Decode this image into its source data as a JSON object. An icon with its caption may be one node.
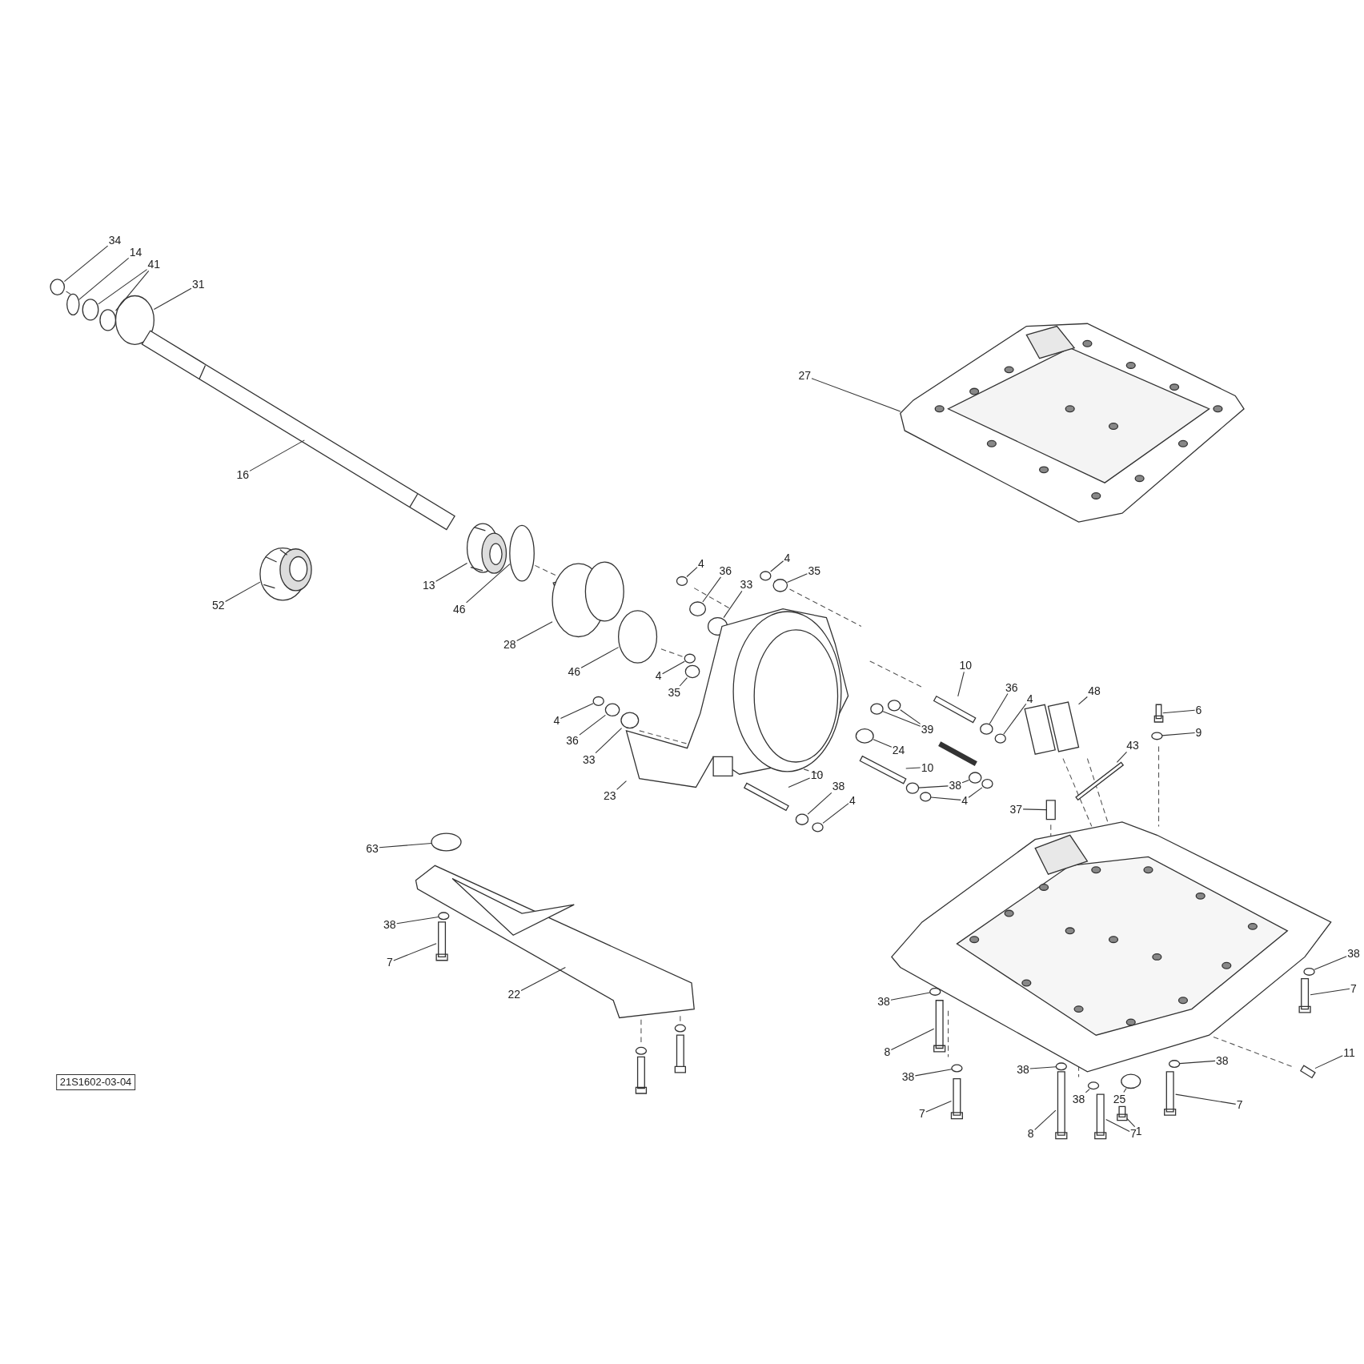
{
  "diagram": {
    "nodes": [
      {
        "text": [
          "34"
        ]
      },
      {
        "text": [
          "14"
        ]
      },
      {
        "text": [
          "41"
        ]
      },
      {
        "text": [
          "31"
        ]
      },
      {
        "text": [
          "27"
        ]
      },
      {
        "text": [
          "16"
        ]
      },
      {
        "text": [
          "13"
        ]
      },
      {
        "text": [
          "52"
        ]
      },
      {
        "text": [
          "46"
        ]
      },
      {
        "text": [
          "28"
        ]
      },
      {
        "text": [
          "4"
        ]
      },
      {
        "text": [
          "36"
        ]
      },
      {
        "text": [
          "33"
        ]
      },
      {
        "text": [
          "4"
        ]
      },
      {
        "text": [
          "35"
        ]
      },
      {
        "text": [
          "46"
        ]
      },
      {
        "text": [
          "4"
        ]
      },
      {
        "text": [
          "35"
        ]
      },
      {
        "text": [
          "10"
        ]
      },
      {
        "text": [
          "36"
        ]
      },
      {
        "text": [
          "4"
        ]
      },
      {
        "text": [
          "48"
        ]
      },
      {
        "text": [
          "6"
        ]
      },
      {
        "text": [
          "9"
        ]
      },
      {
        "text": [
          "4"
        ]
      },
      {
        "text": [
          "36"
        ]
      },
      {
        "text": [
          "33"
        ]
      },
      {
        "text": [
          "39"
        ]
      },
      {
        "text": [
          "24"
        ]
      },
      {
        "text": [
          "43"
        ]
      },
      {
        "text": [
          "10"
        ]
      },
      {
        "text": [
          "23"
        ]
      },
      {
        "text": [
          "10"
        ]
      },
      {
        "text": [
          "38"
        ]
      },
      {
        "text": [
          "4"
        ]
      },
      {
        "text": [
          "38"
        ]
      },
      {
        "text": [
          "4"
        ]
      },
      {
        "text": [
          "37"
        ]
      },
      {
        "text": [
          "63"
        ]
      },
      {
        "text": [
          "38"
        ]
      },
      {
        "text": [
          "7"
        ]
      },
      {
        "text": [
          "22"
        ]
      },
      {
        "text": [
          "38"
        ]
      },
      {
        "text": [
          "7"
        ]
      },
      {
        "text": [
          "38"
        ]
      },
      {
        "text": [
          "8"
        ]
      },
      {
        "text": [
          "11"
        ]
      },
      {
        "text": [
          "38"
        ]
      },
      {
        "text": [
          "38"
        ]
      },
      {
        "text": [
          "38"
        ]
      },
      {
        "text": [
          "38"
        ]
      },
      {
        "text": [
          "25"
        ]
      },
      {
        "text": [
          "7"
        ]
      },
      {
        "text": [
          "7"
        ]
      },
      {
        "text": [
          "1"
        ]
      },
      {
        "text": [
          "8"
        ]
      },
      {
        "text": [
          "7"
        ]
      },
      {
        "text": [
          "21S1602-03-04"
        ]
      },
      {
        "text": [],
        "shape": "circle"
      },
      {
        "text": [],
        "shape": "circle"
      },
      {
        "text": [],
        "shape": "circle"
      },
      {
        "text": [],
        "shape": "circle"
      },
      {
        "text": [],
        "shape": "circle"
      },
      {
        "text": [],
        "shape": "picture"
      },
      {
        "text": [],
        "shape": "picture"
      },
      {
        "text": [],
        "shape": "picture"
      },
      {
        "text": [],
        "shape": "picture"
      },
      {
        "text": [],
        "shape": "circle"
      },
      {
        "text": [],
        "shape": "picture"
      },
      {
        "text": [],
        "shape": "circle"
      },
      {
        "text": [],
        "shape": "circle"
      },
      {
        "text": [],
        "shape": "circle"
      },
      {
        "text": [],
        "shape": "circle"
      },
      {
        "text": [],
        "shape": "circle"
      },
      {
        "text": [],
        "shape": "circle"
      },
      {
        "text": [],
        "shape": "circle"
      },
      {
        "text": [],
        "shape": "circle"
      },
      {
        "text": [],
        "shape": "bar"
      },
      {
        "text": [],
        "shape": "circle"
      },
      {
        "text": [],
        "shape": "circle"
      },
      {
        "text": [],
        "shape": "picture"
      },
      {
        "text": [],
        "shape": "bar"
      },
      {
        "text": [],
        "shape": "circle"
      },
      {
        "text": [],
        "shape": "circle"
      },
      {
        "text": [],
        "shape": "circle"
      },
      {
        "text": [],
        "shape": "circle"
      },
      {
        "text": [],
        "shape": "circle"
      },
      {
        "text": [],
        "shape": "circle"
      },
      {
        "text": [],
        "shape": "circle"
      },
      {
        "text": [],
        "shape": "bar"
      },
      {
        "text": [],
        "shape": "bar"
      },
      {
        "text": [],
        "shape": "picture"
      },
      {
        "text": [],
        "shape": "bar"
      },
      {
        "text": [],
        "shape": "circle"
      },
      {
        "text": [],
        "shape": "circle"
      },
      {
        "text": [],
        "shape": "circle"
      },
      {
        "text": [],
        "shape": "circle"
      },
      {
        "text": [],
        "shape": "circle"
      },
      {
        "text": [],
        "shape": "circle"
      },
      {
        "text": [],
        "shape": "bar"
      },
      {
        "text": [],
        "shape": "circle"
      },
      {
        "text": [],
        "shape": "circle"
      },
      {
        "text": [],
        "shape": "bar"
      },
      {
        "text": [],
        "shape": "picture"
      },
      {
        "text": [],
        "shape": "circle"
      },
      {
        "text": [],
        "shape": "bar"
      },
      {
        "text": [],
        "shape": "circle"
      },
      {
        "text": [],
        "shape": "bar"
      },
      {
        "text": [],
        "shape": "bar"
      },
      {
        "text": [],
        "shape": "circle"
      },
      {
        "text": [],
        "shape": "circle"
      },
      {
        "text": [],
        "shape": "circle"
      },
      {
        "text": [],
        "shape": "circle"
      },
      {
        "text": [],
        "shape": "circle"
      },
      {
        "text": [],
        "shape": "bar"
      },
      {
        "text": [],
        "shape": "bar"
      },
      {
        "text": [],
        "shape": "bar"
      },
      {
        "text": [],
        "shape": "bar"
      },
      {
        "text": [],
        "shape": "bar"
      }
    ],
    "edges": [
      {
        "from": 0,
        "to": 58,
        "arrow": "none"
      },
      {
        "from": 1,
        "to": 59,
        "arrow": "none"
      },
      {
        "from": 2,
        "to": 60,
        "arrow": "none"
      },
      {
        "from": 2,
        "to": 61,
        "arrow": "none"
      },
      {
        "from": 3,
        "to": 62,
        "arrow": "none"
      },
      {
        "from": 4,
        "to": 63,
        "arrow": "none"
      },
      {
        "from": 5,
        "to": 64,
        "arrow": "none"
      },
      {
        "from": 6,
        "to": 65,
        "arrow": "none"
      },
      {
        "from": 7,
        "to": 66,
        "arrow": "none"
      },
      {
        "from": 8,
        "to": 67,
        "arrow": "none"
      },
      {
        "from": 9,
        "to": 68,
        "arrow": "none"
      },
      {
        "from": 10,
        "to": 69,
        "arrow": "none"
      },
      {
        "from": 11,
        "to": 70,
        "arrow": "none"
      },
      {
        "from": 12,
        "to": 71,
        "arrow": "none"
      },
      {
        "from": 13,
        "to": 72,
        "arrow": "none"
      },
      {
        "from": 14,
        "to": 73,
        "arrow": "none"
      },
      {
        "from": 15,
        "to": 74,
        "arrow": "none"
      },
      {
        "from": 16,
        "to": 75,
        "arrow": "none"
      },
      {
        "from": 17,
        "to": 76,
        "arrow": "none"
      },
      {
        "from": 18,
        "to": 77,
        "arrow": "none"
      },
      {
        "from": 19,
        "to": 78,
        "arrow": "none"
      },
      {
        "from": 20,
        "to": 79,
        "arrow": "none"
      },
      {
        "from": 21,
        "to": 80,
        "arrow": "none"
      },
      {
        "from": 22,
        "to": 81,
        "arrow": "none"
      },
      {
        "from": 23,
        "to": 82,
        "arrow": "none"
      },
      {
        "from": 24,
        "to": 83,
        "arrow": "none"
      },
      {
        "from": 25,
        "to": 84,
        "arrow": "none"
      },
      {
        "from": 26,
        "to": 85,
        "arrow": "none"
      },
      {
        "from": 27,
        "to": 86,
        "arrow": "none"
      },
      {
        "from": 27,
        "to": 87,
        "arrow": "none"
      },
      {
        "from": 28,
        "to": 88,
        "arrow": "none"
      },
      {
        "from": 29,
        "to": 89,
        "arrow": "none"
      },
      {
        "from": 30,
        "to": 90,
        "arrow": "none"
      },
      {
        "from": 31,
        "to": 91,
        "arrow": "none"
      },
      {
        "from": 32,
        "to": 92,
        "arrow": "none"
      },
      {
        "from": 33,
        "to": 93,
        "arrow": "none"
      },
      {
        "from": 33,
        "to": 94,
        "arrow": "none"
      },
      {
        "from": 34,
        "to": 95,
        "arrow": "none"
      },
      {
        "from": 34,
        "to": 96,
        "arrow": "none"
      },
      {
        "from": 35,
        "to": 97,
        "arrow": "none"
      },
      {
        "from": 36,
        "to": 98,
        "arrow": "none"
      },
      {
        "from": 37,
        "to": 99,
        "arrow": "none"
      },
      {
        "from": 38,
        "to": 100,
        "arrow": "none"
      },
      {
        "from": 39,
        "to": 101,
        "arrow": "none"
      },
      {
        "from": 40,
        "to": 102,
        "arrow": "none"
      },
      {
        "from": 41,
        "to": 103,
        "arrow": "none"
      },
      {
        "from": 42,
        "to": 104,
        "arrow": "none"
      },
      {
        "from": 43,
        "to": 105,
        "arrow": "none"
      },
      {
        "from": 44,
        "to": 106,
        "arrow": "none"
      },
      {
        "from": 45,
        "to": 107,
        "arrow": "none"
      },
      {
        "from": 46,
        "to": 108,
        "arrow": "none"
      },
      {
        "from": 47,
        "to": 109,
        "arrow": "none"
      },
      {
        "from": 48,
        "to": 110,
        "arrow": "none"
      },
      {
        "from": 49,
        "to": 111,
        "arrow": "none"
      },
      {
        "from": 50,
        "to": 112,
        "arrow": "none"
      },
      {
        "from": 51,
        "to": 113,
        "arrow": "none"
      },
      {
        "from": 52,
        "to": 114,
        "arrow": "none"
      },
      {
        "from": 53,
        "to": 115,
        "arrow": "none"
      },
      {
        "from": 54,
        "to": 116,
        "arrow": "none"
      },
      {
        "from": 55,
        "to": 117,
        "arrow": "none"
      },
      {
        "from": 56,
        "to": 118,
        "arrow": "none"
      }
    ]
  }
}
